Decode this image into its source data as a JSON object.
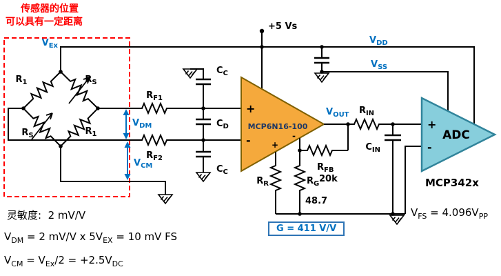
{
  "note": {
    "line1": "传感器的位置",
    "line2": "可以具有一定距离"
  },
  "power": {
    "label": "+5 Vs"
  },
  "rails": {
    "vdd_base": "V",
    "vdd_sub": "DD",
    "vss_base": "V",
    "vss_sub": "SS"
  },
  "bridge": {
    "vex_base": "V",
    "vex_sub": "Ex",
    "r1a_base": "R",
    "r1a_sub": "1",
    "rsa_base": "R",
    "rsa_sub": "S",
    "rsb_base": "R",
    "rsb_sub": "S",
    "r1b_base": "R",
    "r1b_sub": "1",
    "vdm_base": "V",
    "vdm_sub": "DM",
    "vcm_base": "V",
    "vcm_sub": "CM"
  },
  "filter": {
    "rf1_base": "R",
    "rf1_sub": "F1",
    "rf2_base": "R",
    "rf2_sub": "F2",
    "cc1_base": "C",
    "cc1_sub": "C",
    "cd_base": "C",
    "cd_sub": "D",
    "cc2_base": "C",
    "cc2_sub": "C"
  },
  "amp": {
    "part": "MCP6N16-100",
    "in_plus": "+",
    "in_minus": "-",
    "fb_plus": "+",
    "fb_minus": "-",
    "vout_base": "V",
    "vout_sub": "OUT",
    "rr_base": "R",
    "rr_sub": "R",
    "rg_base": "R",
    "rg_sub": "G",
    "rg_value": "48.7",
    "rfb_base": "R",
    "rfb_sub": "FB",
    "rfb_value": "20k",
    "gain": "G = 411 V/V"
  },
  "adc": {
    "rin_base": "R",
    "rin_sub": "IN",
    "cin_base": "C",
    "cin_sub": "IN",
    "in_plus": "+",
    "in_minus": "-",
    "label": "ADC",
    "part": "MCP342x"
  },
  "notes": {
    "sens_label": "灵敏度:",
    "sens_value": "2 mV/V",
    "f1": [
      "V",
      "DM",
      " = 2 mV/V x 5V",
      "EX",
      " = 10 mV FS"
    ],
    "f2": [
      "V",
      "CM",
      " = V",
      "Ex",
      "/2 = +2.5V",
      "DC"
    ],
    "vfs": [
      "V",
      "FS",
      " = 4.096V",
      "PP"
    ]
  }
}
